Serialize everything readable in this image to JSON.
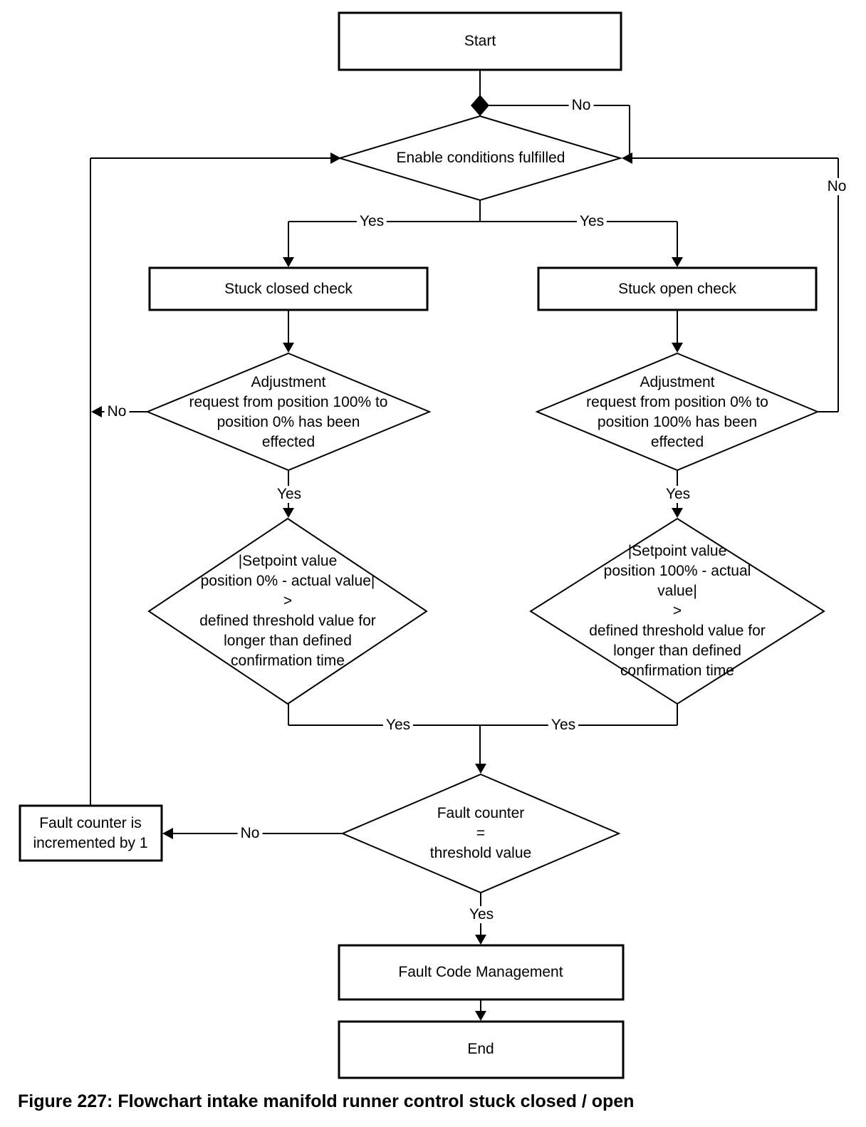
{
  "figure": {
    "caption": "Figure 227: Flowchart intake manifold runner control stuck closed / open"
  },
  "nodes": {
    "start": {
      "label": "Start",
      "type": "process"
    },
    "enable": {
      "label": "Enable conditions fulfilled",
      "type": "decision"
    },
    "stuck_closed": {
      "label": "Stuck closed check",
      "type": "process"
    },
    "stuck_open": {
      "label": "Stuck open check",
      "type": "process"
    },
    "adj_left": {
      "label": "Adjustment\nrequest from position 100% to\nposition 0% has been\neffected",
      "type": "decision"
    },
    "adj_right": {
      "label": "Adjustment\nrequest from position 0% to\nposition 100% has been\neffected",
      "type": "decision"
    },
    "setpoint_left": {
      "label": "|Setpoint value\nposition 0% - actual value|\n>\ndefined threshold value for\nlonger than defined\nconfirmation time",
      "type": "decision"
    },
    "setpoint_right": {
      "label": "|Setpoint value\nposition 100% - actual value|\n>\ndefined threshold value for\nlonger than defined\nconfirmation time",
      "type": "decision"
    },
    "fault_counter": {
      "label": "Fault counter\n=\nthreshold value",
      "type": "decision"
    },
    "fault_increment": {
      "label": "Fault counter is\nincremented by 1",
      "type": "process"
    },
    "fault_code": {
      "label": "Fault Code Management",
      "type": "process"
    },
    "end": {
      "label": "End",
      "type": "process"
    }
  },
  "edges": {
    "enable_no_top": "No",
    "adj_right_no": "No",
    "adj_left_no": "No",
    "branch_left_yes": "Yes",
    "branch_right_yes": "Yes",
    "adj_left_yes": "Yes",
    "adj_right_yes": "Yes",
    "merge_left_yes": "Yes",
    "merge_right_yes": "Yes",
    "counter_no": "No",
    "counter_yes": "Yes"
  },
  "colors": {
    "line": "#000000",
    "background": "#ffffff"
  }
}
